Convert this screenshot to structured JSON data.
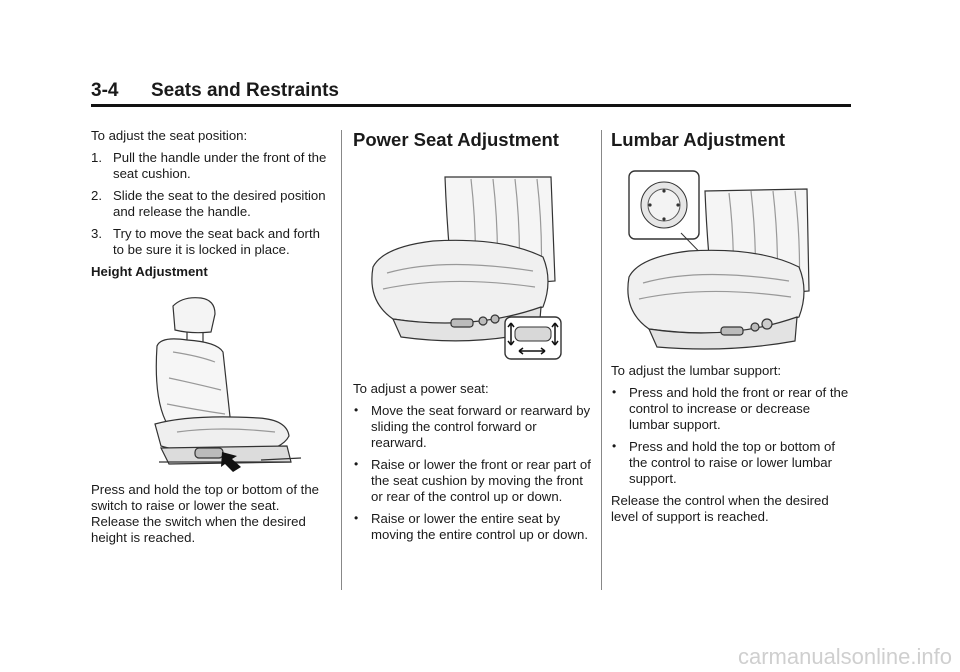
{
  "header": {
    "section_number": "3-4",
    "section_title": "Seats and Restraints"
  },
  "col1": {
    "intro": "To adjust the seat position:",
    "steps": [
      {
        "n": "1.",
        "text": "Pull the handle under the front of the seat cushion."
      },
      {
        "n": "2.",
        "text": "Slide the seat to the desired position and release the handle."
      },
      {
        "n": "3.",
        "text": "Try to move the seat back and forth to be sure it is locked in place."
      }
    ],
    "subheading": "Height Adjustment",
    "height_text": "Press and hold the top or bottom of the switch to raise or lower the seat. Release the switch when the desired height is reached."
  },
  "col2": {
    "heading": "Power Seat Adjustment",
    "intro": "To adjust a power seat:",
    "bullets": [
      "Move the seat forward or rearward by sliding the control forward or rearward.",
      "Raise or lower the front or rear part of the seat cushion by moving the front or rear of the control up or down.",
      "Raise or lower the entire seat by moving the entire control up or down."
    ]
  },
  "col3": {
    "heading": "Lumbar Adjustment",
    "intro": "To adjust the lumbar support:",
    "bullets": [
      "Press and hold the front or rear of the control to increase or decrease lumbar support.",
      "Press and hold the top or bottom of the control to raise or lower lumbar support."
    ],
    "closing": "Release the control when the desired level of support is reached."
  },
  "bullet_glyph": "•",
  "watermark": "carmanualsonline.info"
}
